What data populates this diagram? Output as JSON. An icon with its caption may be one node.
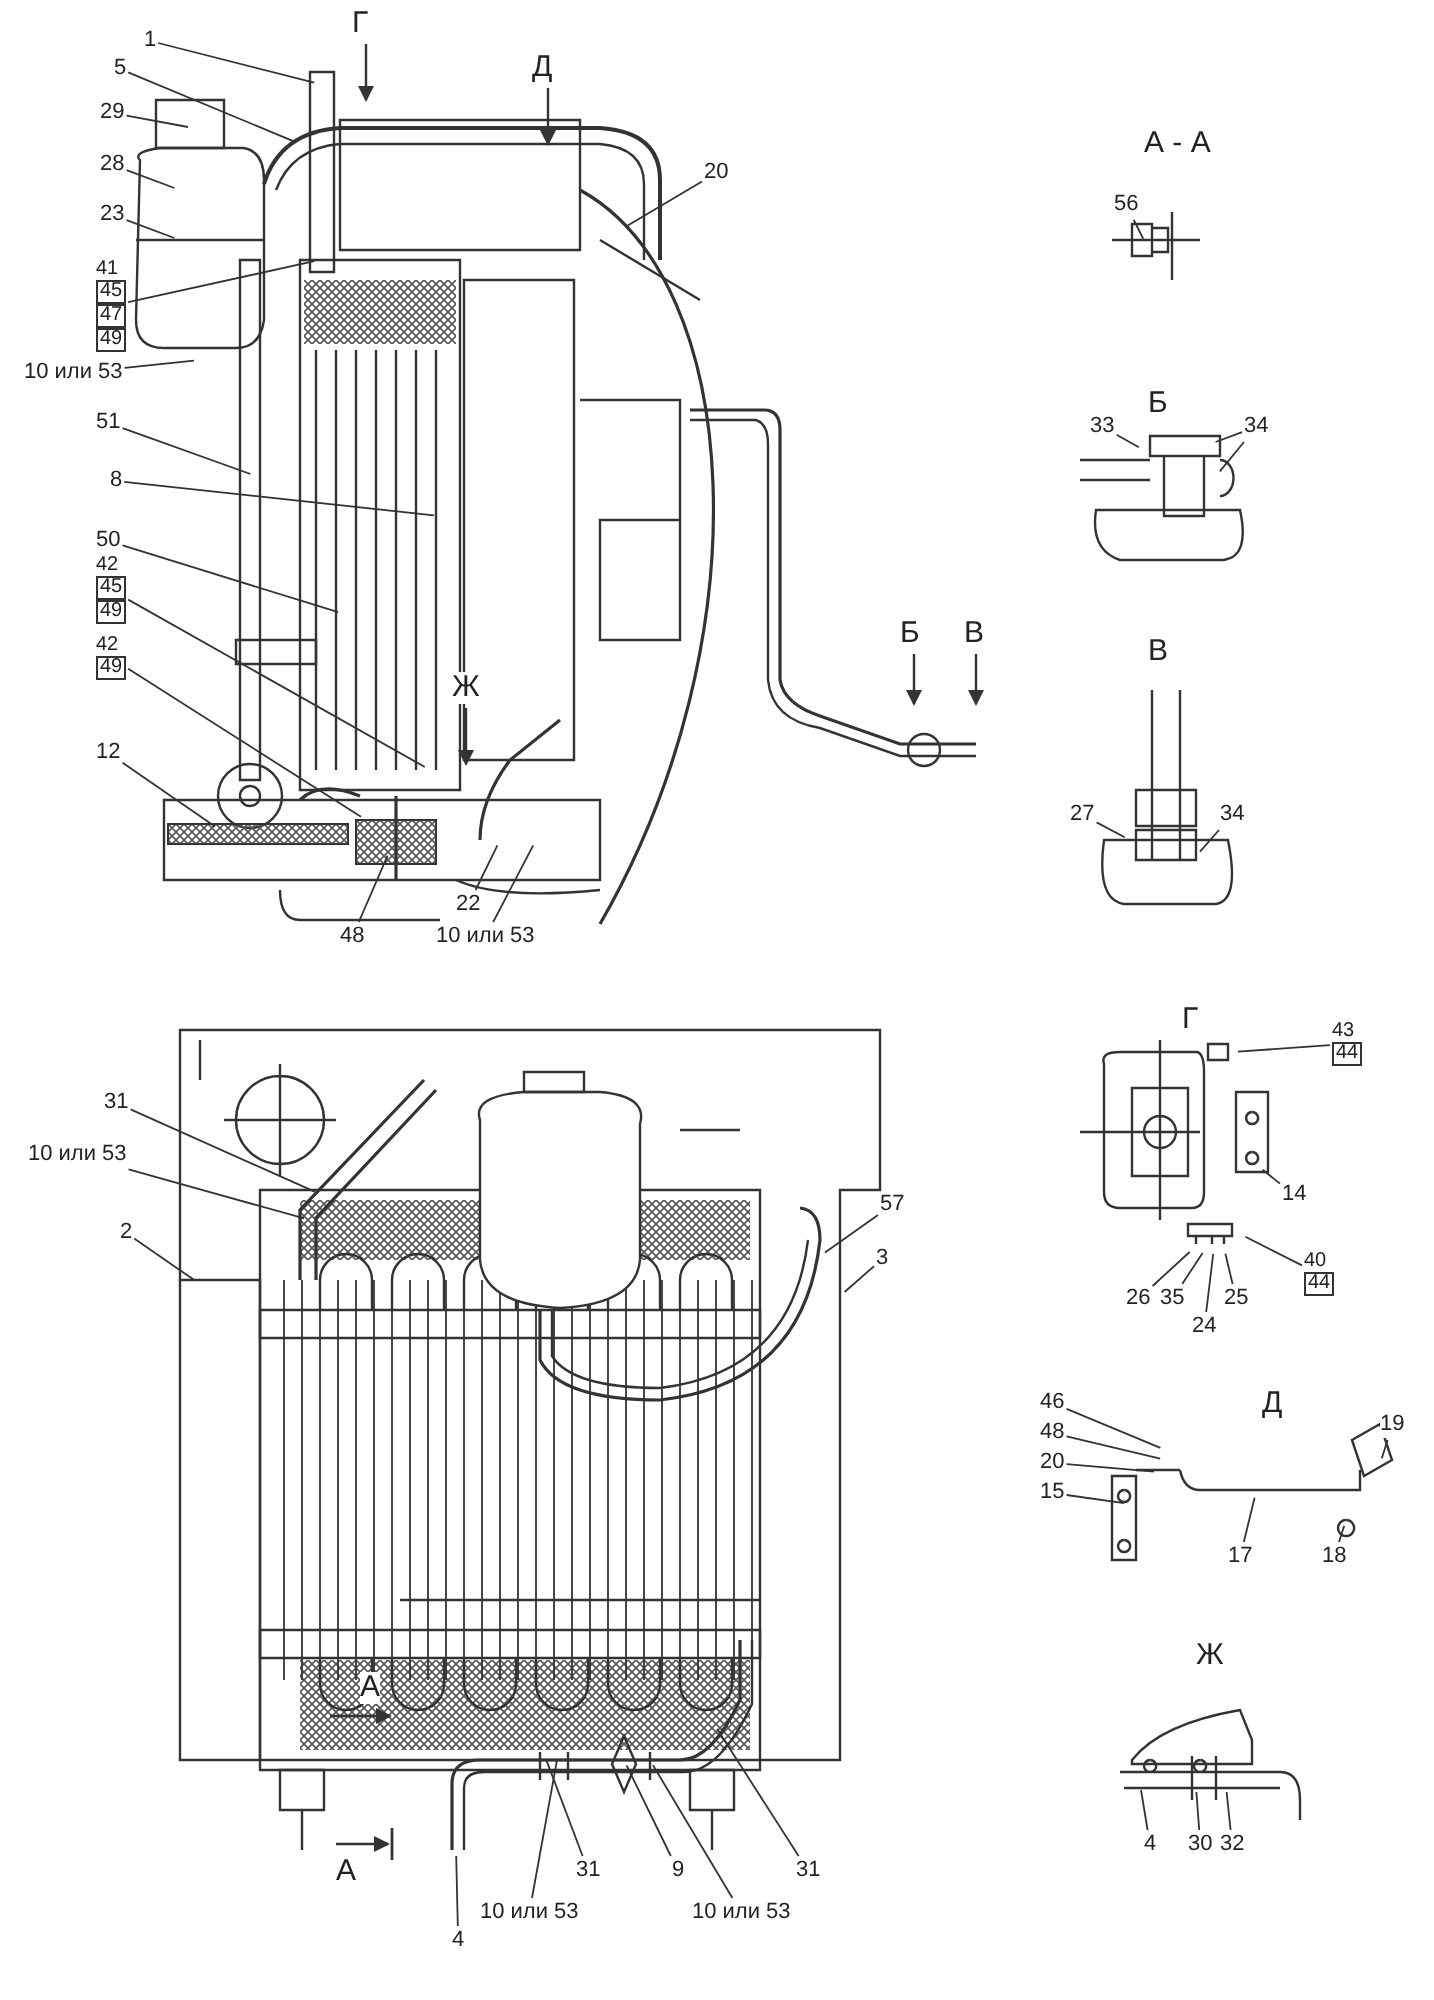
{
  "diagram": {
    "nodes": [
      {
        "text": [
          "1"
        ]
      },
      {
        "text": [
          "5"
        ]
      },
      {
        "text": [
          "29"
        ]
      },
      {
        "text": [
          "28"
        ]
      },
      {
        "text": [
          "23"
        ]
      },
      {
        "text": [
          "41",
          "45",
          "47",
          "49"
        ]
      },
      {
        "text": [
          "10 или 53"
        ]
      },
      {
        "text": [
          "20"
        ]
      },
      {
        "text": [
          "51"
        ]
      },
      {
        "text": [
          "8"
        ]
      },
      {
        "text": [
          "50"
        ]
      },
      {
        "text": [
          "42",
          "45",
          "49"
        ]
      },
      {
        "text": [
          "42",
          "49"
        ]
      },
      {
        "text": [
          "12"
        ]
      },
      {
        "text": [
          "48"
        ]
      },
      {
        "text": [
          "22"
        ]
      },
      {
        "text": [
          "10 или 53"
        ]
      },
      {
        "text": [
          "31"
        ]
      },
      {
        "text": [
          "10 или 53"
        ]
      },
      {
        "text": [
          "2"
        ]
      },
      {
        "text": [
          "57"
        ]
      },
      {
        "text": [
          "3"
        ]
      },
      {
        "text": [
          "4"
        ]
      },
      {
        "text": [
          "31"
        ]
      },
      {
        "text": [
          "10 или 53"
        ]
      },
      {
        "text": [
          "9"
        ]
      },
      {
        "text": [
          "10 или 53"
        ]
      },
      {
        "text": [
          "31"
        ]
      },
      {
        "text": [
          "56"
        ]
      },
      {
        "text": [
          "33"
        ]
      },
      {
        "text": [
          "34"
        ]
      },
      {
        "text": [
          "27"
        ]
      },
      {
        "text": [
          "34"
        ]
      },
      {
        "text": [
          "43",
          "44"
        ]
      },
      {
        "text": [
          "14"
        ]
      },
      {
        "text": [
          "40",
          "44"
        ]
      },
      {
        "text": [
          "26"
        ]
      },
      {
        "text": [
          "35"
        ]
      },
      {
        "text": [
          "24"
        ]
      },
      {
        "text": [
          "25"
        ]
      },
      {
        "text": [
          "46"
        ]
      },
      {
        "text": [
          "48"
        ]
      },
      {
        "text": [
          "20"
        ]
      },
      {
        "text": [
          "15"
        ]
      },
      {
        "text": [
          "17"
        ]
      },
      {
        "text": [
          "19"
        ]
      },
      {
        "text": [
          "18"
        ]
      },
      {
        "text": [
          "4"
        ]
      },
      {
        "text": [
          "30"
        ]
      },
      {
        "text": [
          "32"
        ]
      }
    ],
    "edges": [
      {
        "from": 0,
        "to": null,
        "arrow": "none"
      },
      {
        "from": 1,
        "to": null,
        "arrow": "none"
      },
      {
        "from": 2,
        "to": null,
        "arrow": "none"
      },
      {
        "from": 3,
        "to": null,
        "arrow": "none"
      },
      {
        "from": 4,
        "to": null,
        "arrow": "none"
      },
      {
        "from": 5,
        "to": null,
        "arrow": "none"
      },
      {
        "from": 6,
        "to": null,
        "arrow": "none"
      },
      {
        "from": 7,
        "to": null,
        "arrow": "none"
      },
      {
        "from": 8,
        "to": null,
        "arrow": "none"
      },
      {
        "from": 9,
        "to": null,
        "arrow": "none"
      },
      {
        "from": 10,
        "to": null,
        "arrow": "none"
      },
      {
        "from": 11,
        "to": null,
        "arrow": "none"
      },
      {
        "from": 12,
        "to": null,
        "arrow": "none"
      },
      {
        "from": 13,
        "to": null,
        "arrow": "none"
      },
      {
        "from": 14,
        "to": null,
        "arrow": "none"
      },
      {
        "from": 15,
        "to": null,
        "arrow": "none"
      },
      {
        "from": 16,
        "to": null,
        "arrow": "none"
      },
      {
        "from": 17,
        "to": null,
        "arrow": "none"
      },
      {
        "from": 18,
        "to": null,
        "arrow": "none"
      },
      {
        "from": 19,
        "to": null,
        "arrow": "none"
      },
      {
        "from": 20,
        "to": null,
        "arrow": "none"
      },
      {
        "from": 21,
        "to": null,
        "arrow": "none"
      },
      {
        "from": 22,
        "to": null,
        "arrow": "none"
      },
      {
        "from": 23,
        "to": null,
        "arrow": "none"
      },
      {
        "from": 24,
        "to": null,
        "arrow": "none"
      },
      {
        "from": 25,
        "to": null,
        "arrow": "none"
      },
      {
        "from": 26,
        "to": null,
        "arrow": "none"
      },
      {
        "from": 27,
        "to": null,
        "arrow": "none"
      },
      {
        "from": 28,
        "to": null,
        "arrow": "none"
      },
      {
        "from": 29,
        "to": null,
        "arrow": "none"
      },
      {
        "from": 30,
        "to": null,
        "arrow": "none"
      },
      {
        "from": 30,
        "to": null,
        "arrow": "none"
      },
      {
        "from": 31,
        "to": null,
        "arrow": "none"
      },
      {
        "from": 32,
        "to": null,
        "arrow": "none"
      },
      {
        "from": 33,
        "to": null,
        "arrow": "none"
      },
      {
        "from": 34,
        "to": null,
        "arrow": "none"
      },
      {
        "from": 35,
        "to": null,
        "arrow": "none"
      },
      {
        "from": 36,
        "to": null,
        "arrow": "none"
      },
      {
        "from": 37,
        "to": null,
        "arrow": "none"
      },
      {
        "from": 38,
        "to": null,
        "arrow": "none"
      },
      {
        "from": 39,
        "to": null,
        "arrow": "none"
      },
      {
        "from": 40,
        "to": null,
        "arrow": "none"
      },
      {
        "from": 41,
        "to": null,
        "arrow": "none"
      },
      {
        "from": 42,
        "to": null,
        "arrow": "none"
      },
      {
        "from": 43,
        "to": null,
        "arrow": "none"
      },
      {
        "from": 44,
        "to": null,
        "arrow": "none"
      },
      {
        "from": 45,
        "to": null,
        "arrow": "none"
      },
      {
        "from": 46,
        "to": null,
        "arrow": "none"
      },
      {
        "from": 47,
        "to": null,
        "arrow": "none"
      },
      {
        "from": 48,
        "to": null,
        "arrow": "none"
      },
      {
        "from": 49,
        "to": null,
        "arrow": "none"
      }
    ],
    "labels": [
      "Г",
      "Д",
      "А - А",
      "Б",
      "Б",
      "В",
      "В",
      "Ж",
      "Г",
      "Д",
      "Ж",
      "А",
      "А"
    ]
  }
}
